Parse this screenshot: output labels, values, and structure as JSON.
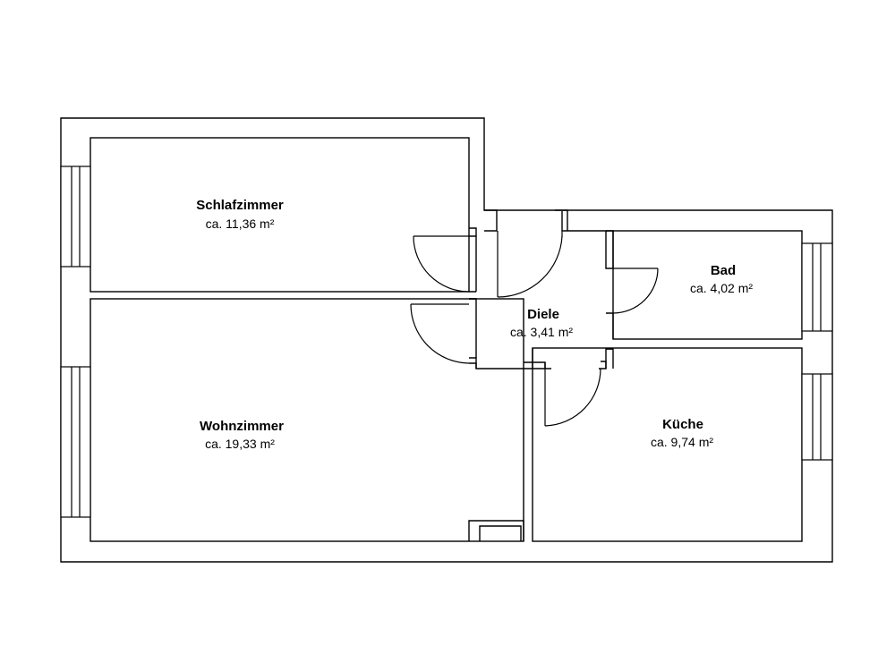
{
  "rooms": [
    {
      "id": "schlafzimmer",
      "name": "Schlafzimmer",
      "area": "ca. 11,36 m²"
    },
    {
      "id": "wohnzimmer",
      "name": "Wohnzimmer",
      "area": "ca. 19,33 m²"
    },
    {
      "id": "diele",
      "name": "Diele",
      "area": "ca. 3,41 m²"
    },
    {
      "id": "bad",
      "name": "Bad",
      "area": "ca. 4,02 m²"
    },
    {
      "id": "kueche",
      "name": "Küche",
      "area": "ca. 9,74 m²"
    }
  ]
}
